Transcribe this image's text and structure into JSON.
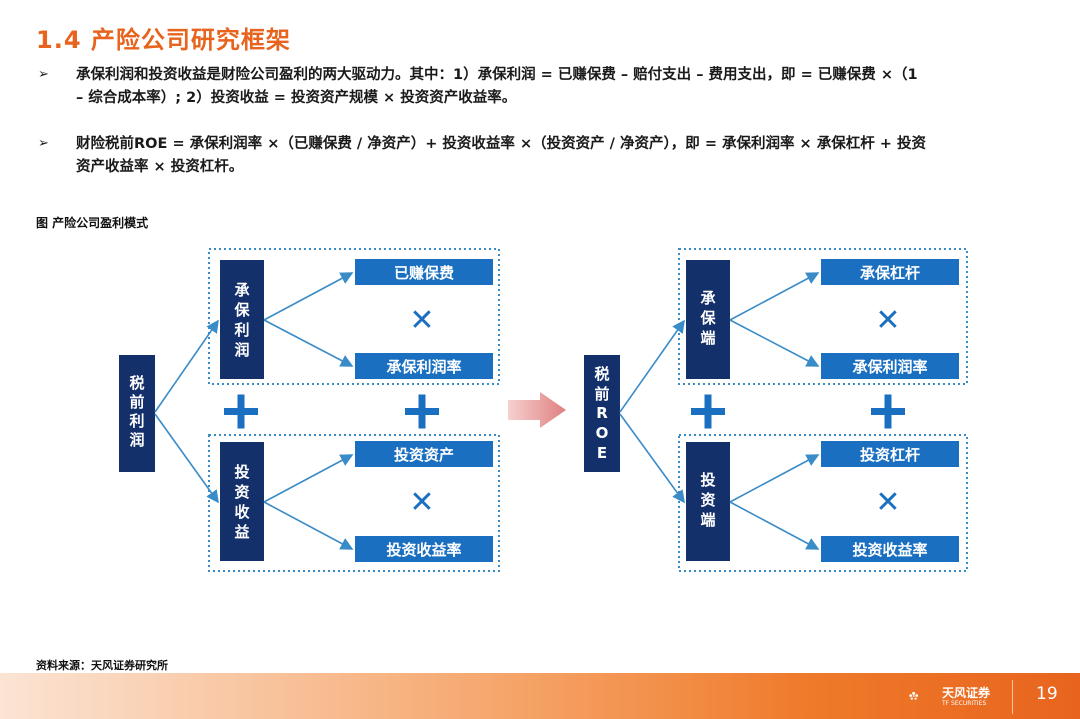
{
  "title": "1.4 产险公司研究框架",
  "bullets": [
    {
      "mark": "➢",
      "lines": [
        "承保利润和投资收益是财险公司盈利的两大驱动力。其中：1）承保利润 = 已赚保费 – 赔付支出 – 费用支出，即 = 已赚保费 ×（1",
        "– 综合成本率）; 2）投资收益 = 投资资产规模 × 投资资产收益率。"
      ]
    },
    {
      "mark": "➢",
      "lines": [
        "财险税前ROE = 承保利润率 ×（已赚保费 / 净资产）+ 投资收益率 ×（投资资产 / 净资产），即 = 承保利润率 × 承保杠杆 + 投资",
        "资产收益率 × 投资杠杆。"
      ]
    }
  ],
  "figure_caption": "图 产险公司盈利模式",
  "diagram": {
    "left": {
      "root": "税前利润",
      "top_group": {
        "label": "承保利润",
        "factor_a": "已赚保费",
        "factor_b": "承保利润率"
      },
      "bottom_group": {
        "label": "投资收益",
        "factor_a": "投资资产",
        "factor_b": "投资收益率"
      }
    },
    "right": {
      "root": "税前ROE",
      "top_group": {
        "label": "承保端",
        "factor_a": "承保杠杆",
        "factor_b": "承保利润率"
      },
      "bottom_group": {
        "label": "投资端",
        "factor_a": "投资杠杆",
        "factor_b": "投资收益率"
      }
    },
    "multiply_symbol": "✕",
    "plus_symbol": "+"
  },
  "source": "资料来源：天风证券研究所",
  "footer": {
    "logo_text": "天风证券",
    "logo_sub": "TF SECURITIES",
    "page_number": "19"
  },
  "colors": {
    "title": "#e8641e",
    "dark_box": "#14306b",
    "light_box": "#1a6fc0",
    "plus": "#1a6fc0",
    "multiply": "#1a6fc0",
    "dotted_border": "#3a8cc8",
    "arrow_line": "#3a8cc8",
    "transition_arrow": "#e8a0a0"
  }
}
